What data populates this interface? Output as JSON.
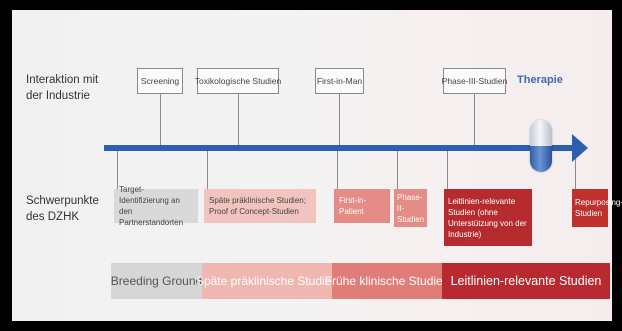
{
  "labels": {
    "industry": "Interaktion mit der Industrie",
    "focus": "Schwerpunkte des DZHK"
  },
  "industry_stages": [
    "Screening",
    "Toxikologische Studien",
    "First-in-Man",
    "Phase-III-Studien"
  ],
  "therapy_label": "Therapie",
  "focus_items": [
    "Target-Identifizierung an den Partnerstandorten",
    "Späte präklinische Studien; Proof of Concept-Studien",
    "First-in-Patient",
    "Phase-II-Studien",
    "Leitlinien-relevante Studien (ohne Unterstützung von der Industrie)",
    "Repurposing-Studien"
  ],
  "phase_bands": [
    "Breeding Ground",
    "Späte präklinische Studien",
    "Frühe klinische Studien",
    "Leitlinien-relevante Studien"
  ],
  "colors": {
    "axis_blue": "#2d5fb0",
    "therapy_blue": "#3a6cb4",
    "band_grey": "#d6d6d6",
    "band_light_red": "#f0b6b0",
    "band_mid_red": "#e07d78",
    "band_dark_red": "#b82a30"
  }
}
